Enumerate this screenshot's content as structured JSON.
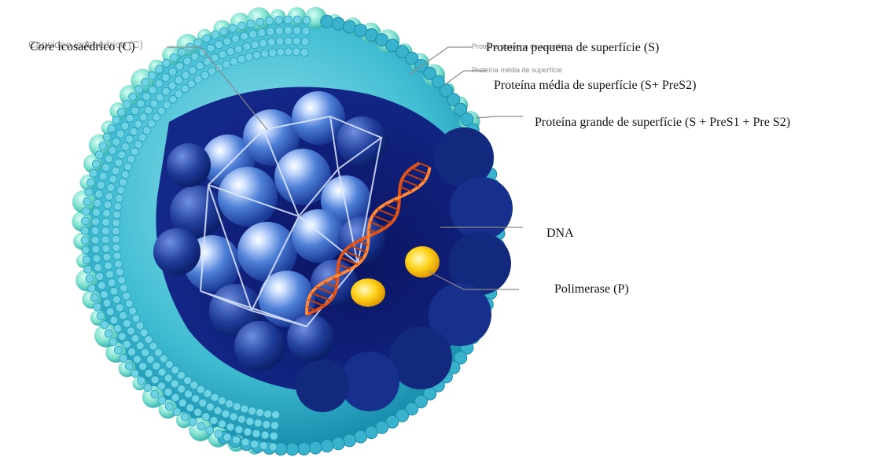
{
  "diagram": {
    "colors": {
      "envelope_outer": "#55c7d8",
      "envelope_inner": "#1fa5c2",
      "spikes": "#7fe0cf",
      "capsid_light": "#8fb8f0",
      "capsid_dark": "#1f3d9a",
      "interior": "#0a1660",
      "dna": "#e0561c",
      "polymerase": "#ffd21a",
      "leader_line": "#888888"
    },
    "labels": {
      "core_italic": "Core",
      "core_rest": " icosaédrico (C)",
      "small_protein": "Proteína pequena de superfície  (S)",
      "medium_protein": "Proteína média de superfície  (S+ PreS2)",
      "large_protein": "Proteína grande de superfície  (S + PreS1 + Pre S2)",
      "dna": "DNA",
      "polymerase": "Polimerase (P)"
    },
    "ghost_labels": {
      "core": "Capsideo icosaédrico (C)",
      "small": "Proteína pequena de superfície",
      "medium": "Proteína média de superfície"
    }
  }
}
